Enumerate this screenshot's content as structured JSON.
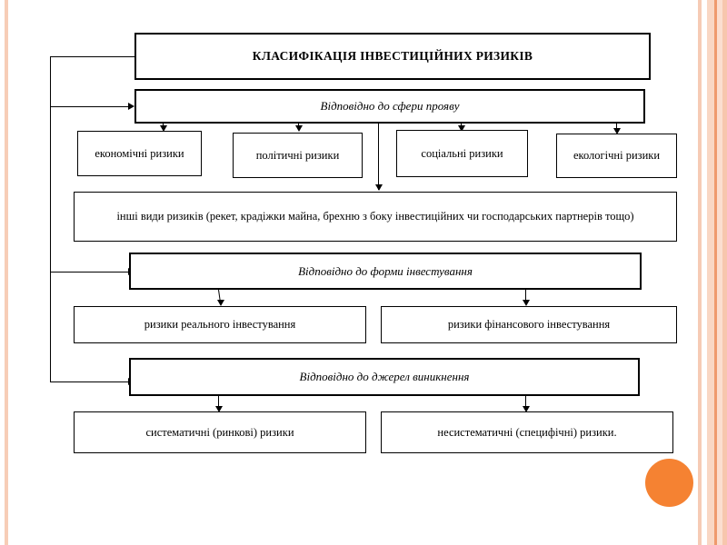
{
  "slide": {
    "title_box": "КЛАСИФІКАЦІЯ ІНВЕСТИЦІЙНИХ РИЗИКІВ",
    "accent_color": "#f58232",
    "stripe_colors": [
      "#f7cdb7",
      "#f6cbb5",
      "#f9d7c4",
      "#ef9a6d",
      "#fbded0",
      "#f7c6ad"
    ],
    "line_color": "#000000",
    "background_color": "#ffffff"
  },
  "sections": [
    {
      "heading": "Відповідно до сфери прояву",
      "children": [
        "економічні ризики",
        "політичні ризики",
        "соціальні ризики",
        "екологічні ризики"
      ],
      "extra": "інші види ризиків (рекет, крадіжки майна, брехню з боку інвестиційних чи господарських партнерів тощо)"
    },
    {
      "heading": "Відповідно до форми інвестування",
      "children": [
        "ризики реального інвестування",
        "ризики фінансового інвестування"
      ]
    },
    {
      "heading": "Відповідно до джерел виникнення",
      "children": [
        "систематичні (ринкові) ризики",
        "несистематичні (специфічні) ризики."
      ]
    }
  ]
}
